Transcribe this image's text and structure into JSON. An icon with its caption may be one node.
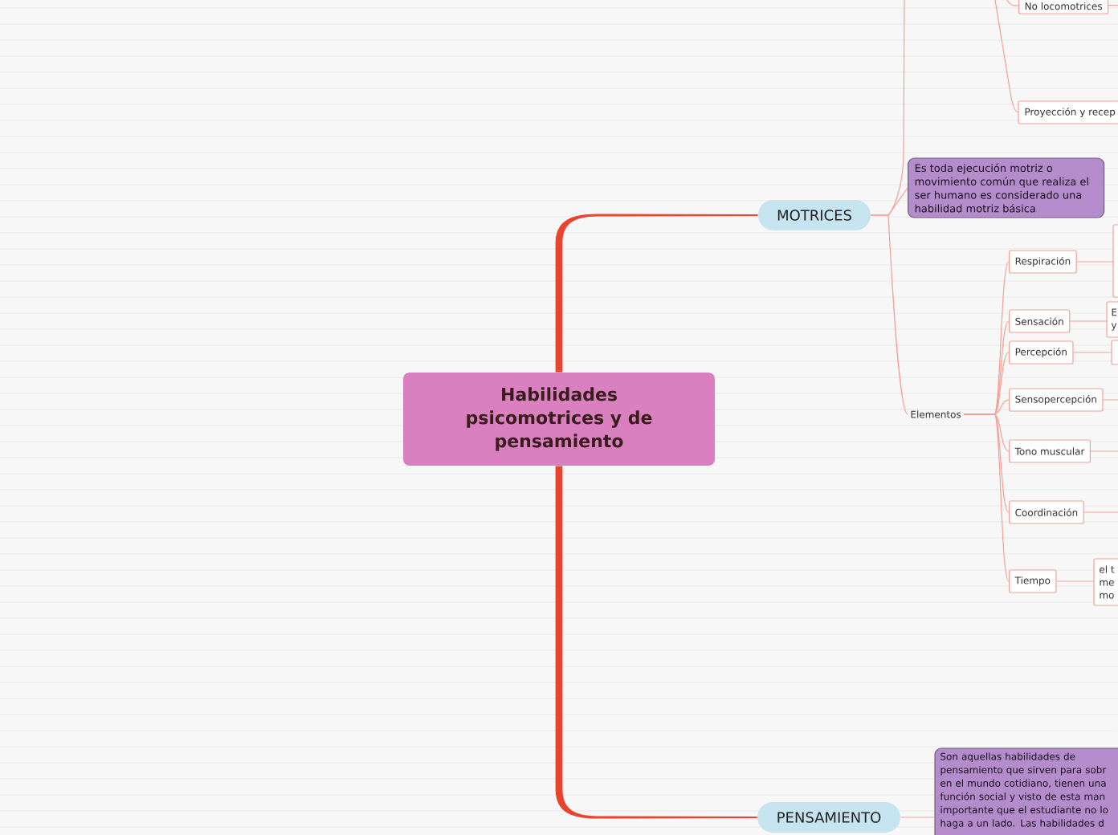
{
  "diagram": {
    "nodes": [
      {
        "text": [
          "Habilidades psicomotrices y de pensamiento"
        ]
      },
      {
        "text": [
          "MOTRICES"
        ]
      },
      {
        "text": [
          "No locomotrices"
        ]
      },
      {
        "text": [
          "Proyección y recep"
        ]
      },
      {
        "text": [
          "Es toda ejecución motriz o movimiento común que realiza el ser humano es considerado una habilidad motriz básica"
        ]
      },
      {
        "text": [
          "Elementos"
        ]
      },
      {
        "text": [
          "Respiración"
        ]
      },
      {
        "text": [],
        "shape": "box"
      },
      {
        "text": [
          "Sensación"
        ]
      },
      {
        "text": [
          "E y"
        ]
      },
      {
        "text": [
          "Percepción"
        ]
      },
      {
        "text": [],
        "shape": "box"
      },
      {
        "text": [
          "Sensopercepción"
        ]
      },
      {
        "text": [
          "Tono muscular"
        ]
      },
      {
        "text": [
          "Coordinación"
        ]
      },
      {
        "text": [
          "Tiempo"
        ]
      },
      {
        "text": [
          "el t me mo"
        ]
      },
      {
        "text": [
          "PENSAMIENTO"
        ]
      },
      {
        "text": [
          "Son aquellas habilidades de pensamiento que sirven para sobr en el mundo cotidiano, tienen una función social y visto de esta man importante que el estudiante no lo haga a un lado. Las habilidades d"
        ]
      }
    ],
    "edges": [
      {
        "from": 0,
        "to": 1,
        "arrow": "none",
        "style": "thick",
        "color": "#e8452f"
      },
      {
        "from": 0,
        "to": 17,
        "arrow": "none",
        "style": "thick",
        "color": "#e8452f"
      },
      {
        "from": 1,
        "to": null,
        "arrow": "none"
      },
      {
        "from": 1,
        "to": 4,
        "arrow": "none"
      },
      {
        "from": 1,
        "to": 5,
        "arrow": "none"
      },
      {
        "from": null,
        "to": 2,
        "arrow": "none"
      },
      {
        "from": null,
        "to": 3,
        "arrow": "none"
      },
      {
        "from": 2,
        "to": null,
        "arrow": "none"
      },
      {
        "from": 5,
        "to": 6,
        "arrow": "none"
      },
      {
        "from": 5,
        "to": 8,
        "arrow": "none"
      },
      {
        "from": 5,
        "to": 10,
        "arrow": "none"
      },
      {
        "from": 5,
        "to": 12,
        "arrow": "none"
      },
      {
        "from": 5,
        "to": 13,
        "arrow": "none"
      },
      {
        "from": 5,
        "to": 14,
        "arrow": "none"
      },
      {
        "from": 5,
        "to": 15,
        "arrow": "none"
      },
      {
        "from": 6,
        "to": 7,
        "arrow": "none"
      },
      {
        "from": 8,
        "to": 9,
        "arrow": "none"
      },
      {
        "from": 10,
        "to": 11,
        "arrow": "none"
      },
      {
        "from": 12,
        "to": null,
        "arrow": "none"
      },
      {
        "from": 13,
        "to": null,
        "arrow": "none"
      },
      {
        "from": 14,
        "to": null,
        "arrow": "none"
      },
      {
        "from": 15,
        "to": 16,
        "arrow": "none"
      },
      {
        "from": 17,
        "to": 18,
        "arrow": "none"
      }
    ]
  }
}
